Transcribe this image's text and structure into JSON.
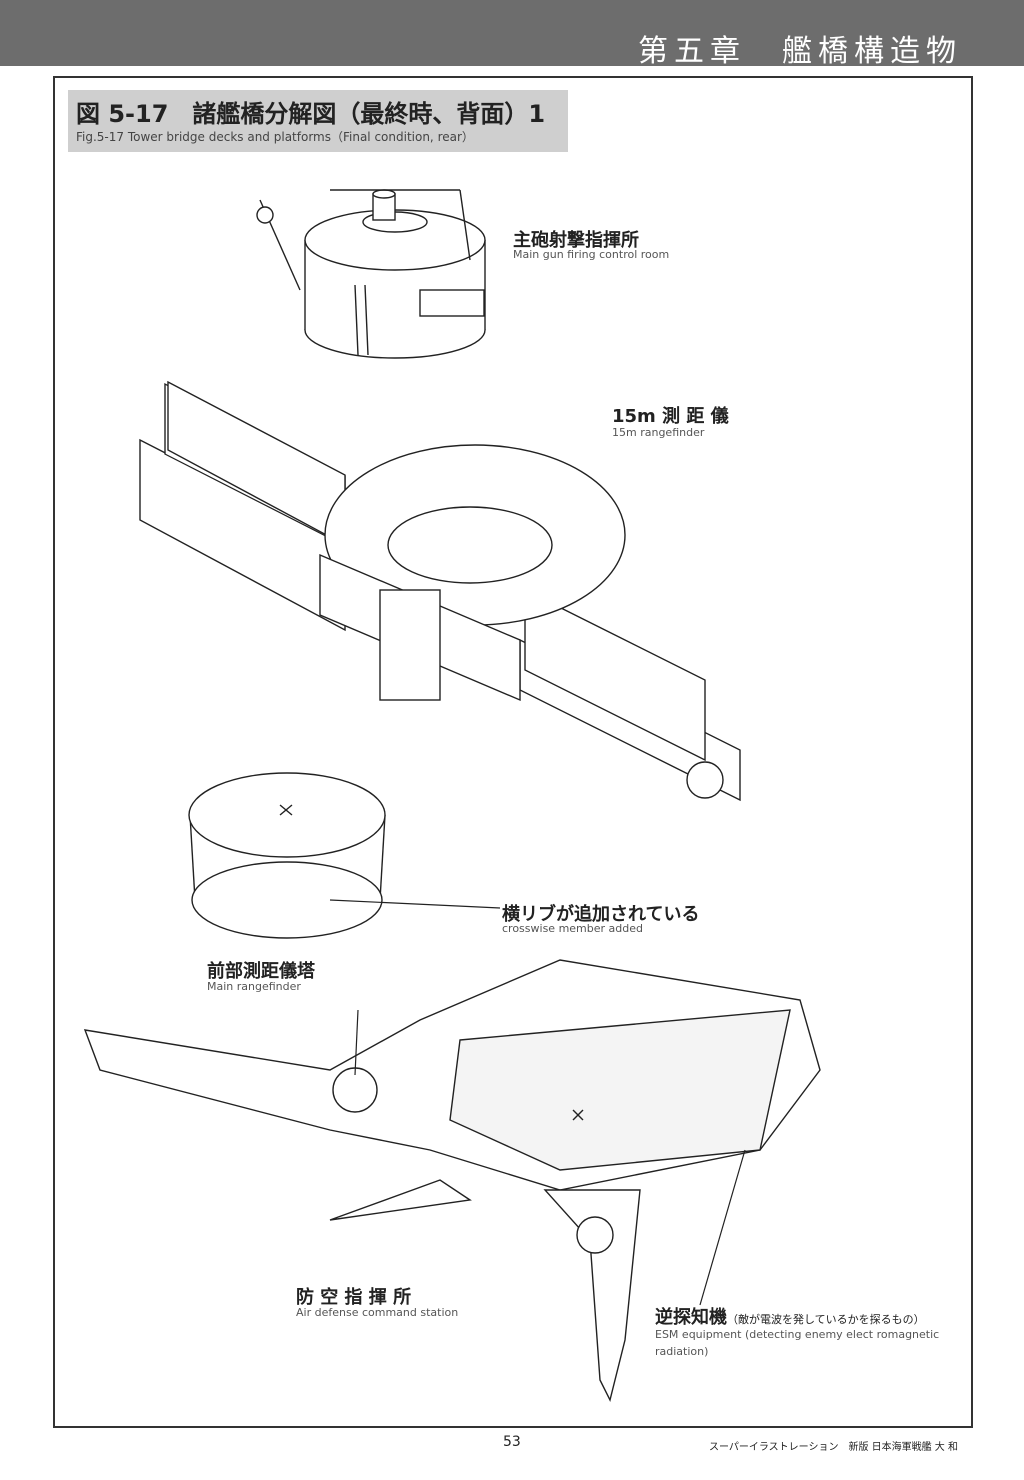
{
  "header": {
    "chapter": "第五章　艦橋構造物"
  },
  "figure": {
    "title_ja": "図 5-17　諸艦橋分解図（最終時、背面）1",
    "title_en": "Fig.5-17 Tower bridge decks and platforms（Final condition, rear）"
  },
  "labels": {
    "main_gun": {
      "ja": "主砲射撃指揮所",
      "en": "Main gun firing control room"
    },
    "rangefinder_15m": {
      "ja": "15m 測 距 儀",
      "en": "15m rangefinder"
    },
    "crosswise": {
      "ja": "横リブが追加されている",
      "en": "crosswise member added"
    },
    "fwd_rangefinder": {
      "ja": "前部測距儀塔",
      "en": "Main rangefinder"
    },
    "air_defense": {
      "ja": "防 空 指 揮 所",
      "en": "Air defense command station"
    },
    "esm": {
      "ja": "逆探知機",
      "ja_note": "（敵が電波を発しているかを探るもの）",
      "en": "ESM equipment (detecting enemy elect romagnetic radiation)"
    }
  },
  "footer": {
    "page": "53",
    "credit": "スーパーイラストレーション　新版 日本海軍戦艦 大 和"
  }
}
